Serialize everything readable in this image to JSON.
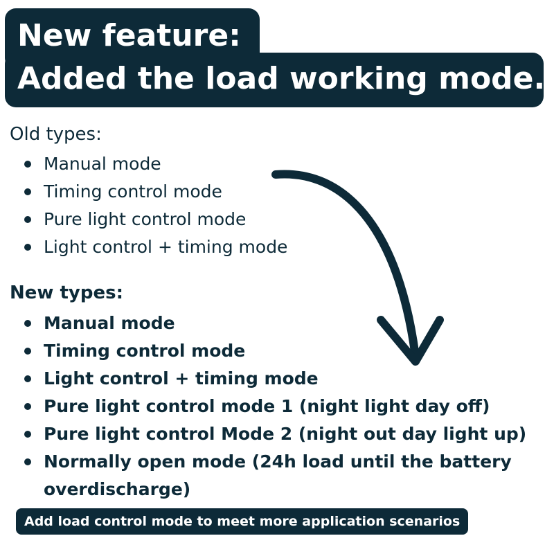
{
  "header": {
    "line1": "New feature:",
    "line2": "Added the load working mode."
  },
  "old_types": {
    "label": "Old types:",
    "items": [
      "Manual mode",
      "Timing control mode",
      "Pure light control mode",
      "Light control + timing mode"
    ]
  },
  "new_types": {
    "label": "New types:",
    "items": [
      "Manual mode",
      "Timing control mode",
      "Light control + timing mode",
      "Pure light control mode 1  (night light day off)",
      "Pure light control Mode 2 (night out day light up)",
      "Normally open mode (24h load until the battery overdischarge)"
    ]
  },
  "footer": {
    "text": "Add load control mode to meet more application scenarios"
  },
  "colors": {
    "navy": "#0d2a38",
    "background": "#ffffff"
  },
  "icons": {
    "arrow": "curved-arrow-down-icon"
  }
}
